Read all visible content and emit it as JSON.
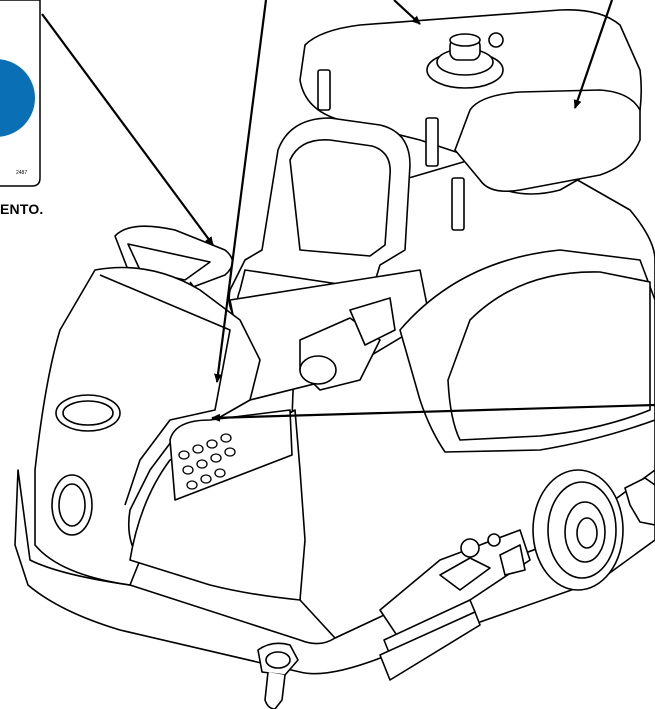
{
  "caption": "ENTO.",
  "colors": {
    "line": "#000000",
    "background": "#ffffff",
    "sign_blue": "#0b6fb5"
  },
  "icons": [
    "mandatory-instruction-sign",
    "cleaning-machine-illustration",
    "leader-arrow"
  ],
  "sign_code": "2487"
}
